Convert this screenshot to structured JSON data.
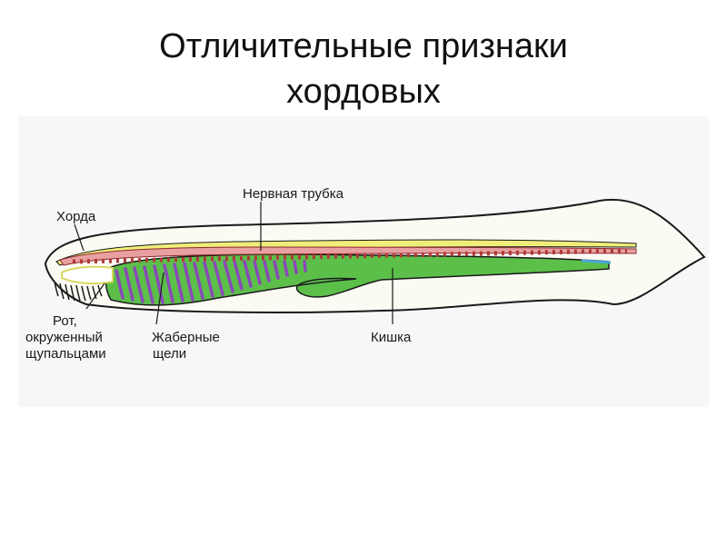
{
  "slide": {
    "title_line1": "Отличительные признаки",
    "title_line2": "хордовых"
  },
  "diagram": {
    "labels": {
      "nerve_tube": "Нервная трубка",
      "notochord": "Хорда",
      "mouth_line1": "Рот,",
      "mouth_line2": "окруженный",
      "mouth_line3": "щупальцами",
      "gills_line1": "Жаберные",
      "gills_line2": "щели",
      "intestine": "Кишка"
    },
    "colors": {
      "nerve_tube": "#e9a0a0",
      "notochord": "#f0ee7a",
      "intestine": "#5cbf4a",
      "gill_slits": "#8a4ab8",
      "outline": "#1a1a1a"
    }
  }
}
